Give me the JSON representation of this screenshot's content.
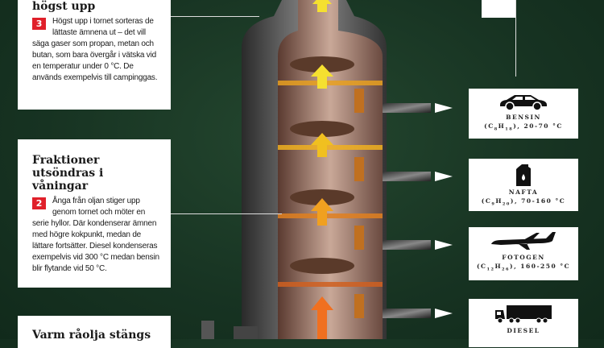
{
  "steps": [
    {
      "number": "3",
      "title": "högst upp",
      "text": "Högst upp i tornet sorteras de lättaste ämnena ut – det vill säga gaser som propan, metan och butan, som bara övergår i vätska vid en temperatur under 0 °C. De används exempelvis till campinggas."
    },
    {
      "number": "2",
      "title": "Fraktioner utsöndras i våningar",
      "text": "Ånga från oljan stiger upp genom tornet och möter en serie hyllor. Där kondenserar ämnen med högre kokpunkt, medan de lättare fortsätter. Diesel kondenseras exempelvis vid 300 °C medan bensin blir flytande vid 50 °C."
    },
    {
      "title": "Varm råolja stängs"
    }
  ],
  "products": [
    {
      "name": "BENSIN",
      "formula_c": "8",
      "formula_h": "18",
      "range": ", 20-70 °C",
      "icon": "car-icon"
    },
    {
      "name": "NAFTA",
      "formula_c": "9",
      "formula_h": "20",
      "range": ", 70-160 °C",
      "icon": "canister-icon"
    },
    {
      "name": "FOTOGEN",
      "formula_c": "12",
      "formula_h": "26",
      "range": ", 160-250 °C",
      "icon": "airplane-icon"
    },
    {
      "name": "DIESEL",
      "icon": "truck-icon"
    }
  ],
  "colors": {
    "accent": "#e0202a",
    "background": "#1c3a26"
  }
}
